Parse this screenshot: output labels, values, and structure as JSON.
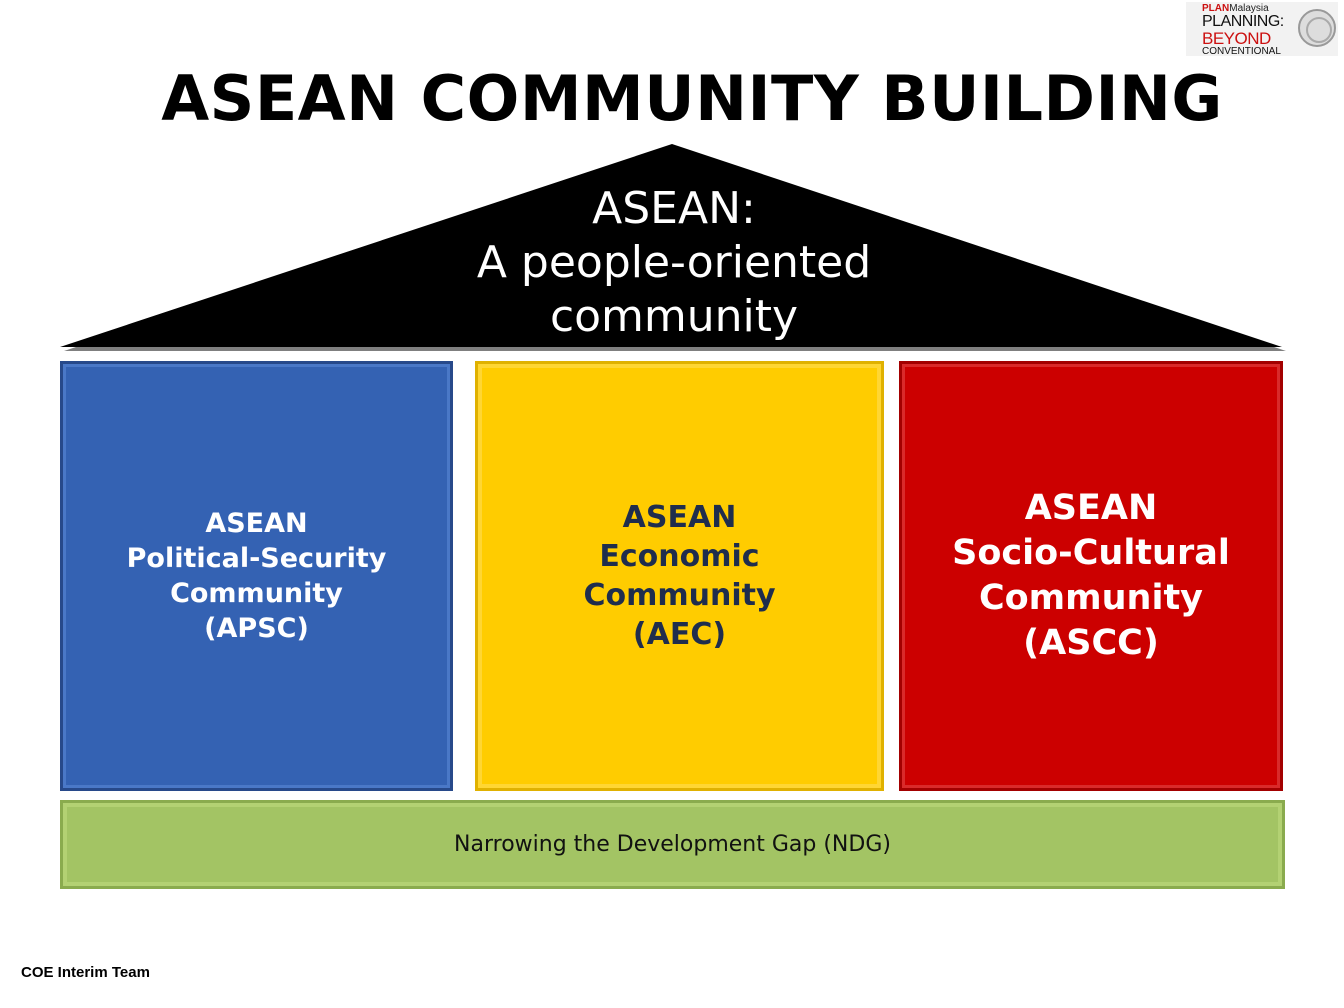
{
  "logo": {
    "line1_plan": "PLAN",
    "line1_rest": "Malaysia",
    "line2": "PLANNING:",
    "line3": "BEYOND",
    "line4": "CONVENTIONAL"
  },
  "title": "ASEAN COMMUNITY BUILDING",
  "roof": {
    "line1": "ASEAN:",
    "line2": "A people-oriented",
    "line3": "community"
  },
  "pillars": [
    {
      "lines": [
        "ASEAN",
        "Political-Security",
        "Community",
        "(APSC)"
      ],
      "color": "#3462b3"
    },
    {
      "lines": [
        "ASEAN",
        "Economic",
        "Community",
        "(AEC)"
      ],
      "color": "#ffcc00"
    },
    {
      "lines": [
        "ASEAN",
        "Socio-Cultural",
        "Community",
        "(ASCC)"
      ],
      "color": "#cc0000"
    }
  ],
  "base": {
    "label": "Narrowing the Development Gap (NDG)",
    "color": "#a3c464"
  },
  "footer": "COE Interim Team"
}
